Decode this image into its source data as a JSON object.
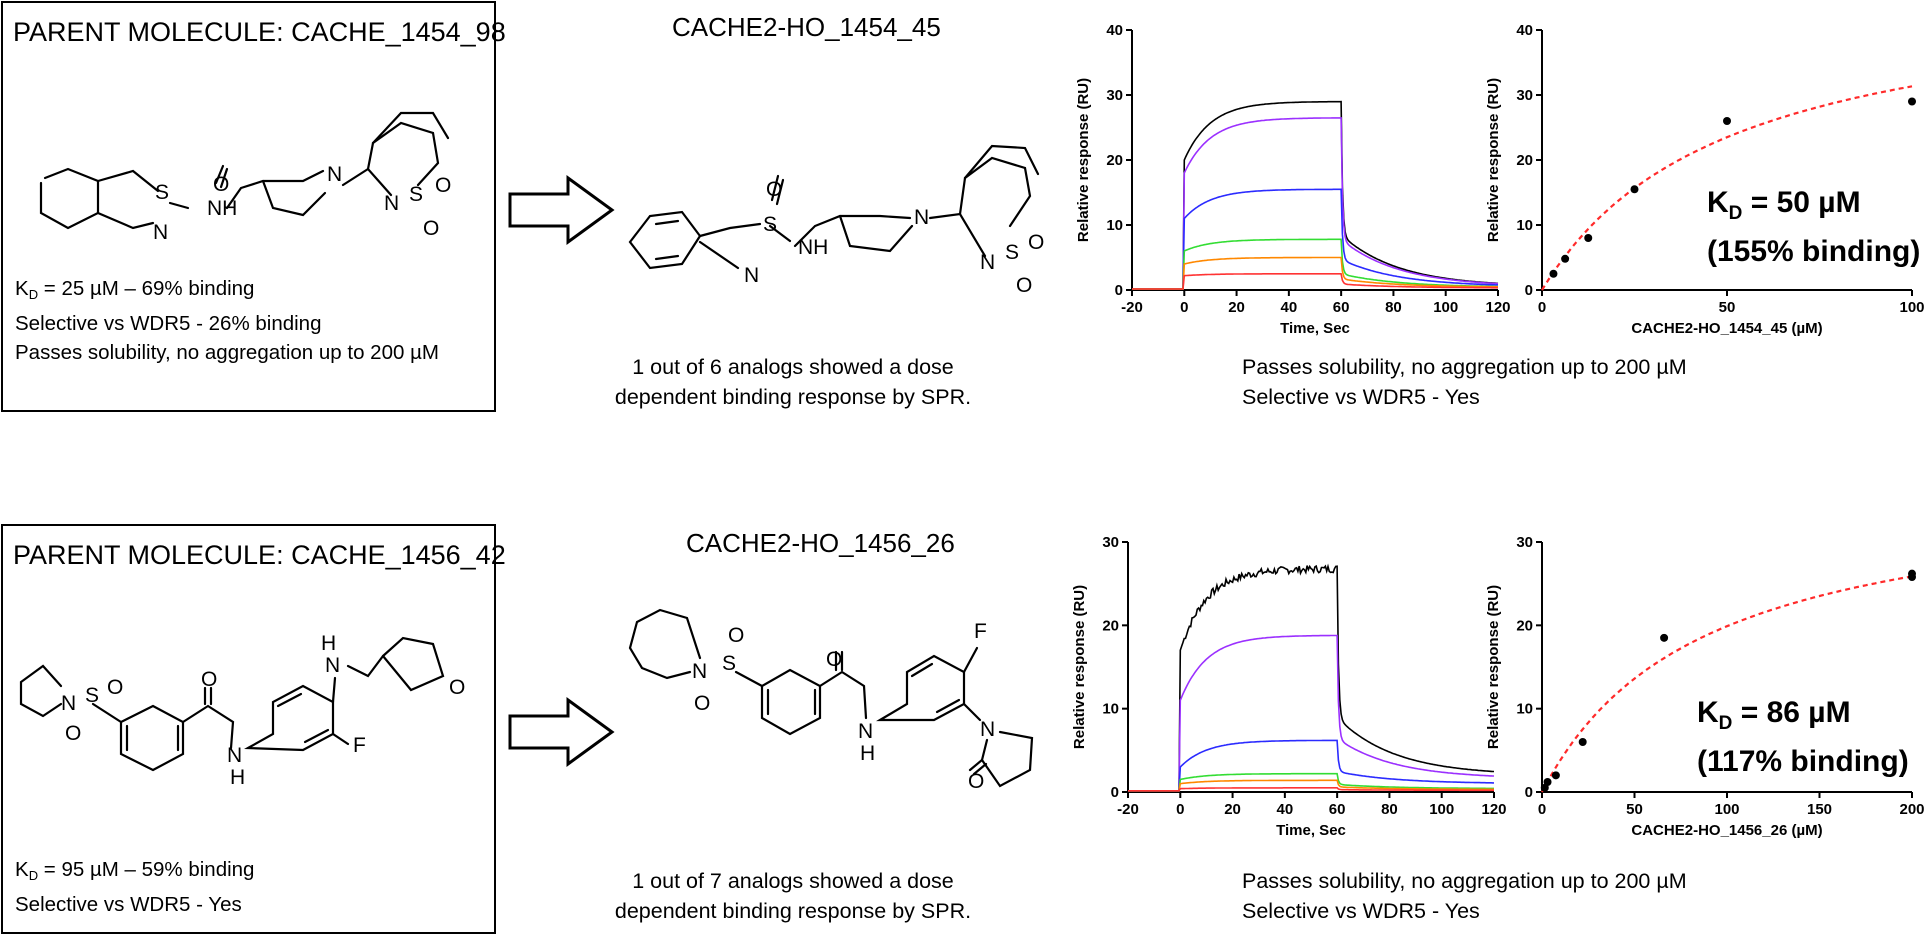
{
  "rows": [
    {
      "parent": {
        "title": "PARENT MOLECULE: CACHE_1454_98",
        "kd_symbol": "K",
        "kd_sub": "D",
        "kd_line": " = 25 µM – 69% binding",
        "selective": "Selective vs WDR5 - 26% binding",
        "solubility": "Passes solubility, no aggregation up to 200 µM"
      },
      "analog": {
        "name": "CACHE2-HO_1454_45",
        "note_line1": "1 out of 6 analogs showed a dose",
        "note_line2": "dependent binding response by SPR."
      },
      "result": {
        "solubility": "Passes solubility, no aggregation up to 200 µM",
        "selective": "Selective vs WDR5 - Yes"
      },
      "kd_label": {
        "symbol": "K",
        "sub": "D",
        "value": " = 50 µM",
        "binding": "(155% binding)"
      }
    },
    {
      "parent": {
        "title": "PARENT MOLECULE: CACHE_1456_42",
        "kd_symbol": "K",
        "kd_sub": "D",
        "kd_line": " = 95 µM – 59% binding",
        "selective": "Selective vs WDR5 -  Yes"
      },
      "analog": {
        "name": "CACHE2-HO_1456_26",
        "note_line1": "1 out of 7 analogs showed a dose",
        "note_line2": "dependent binding response by SPR."
      },
      "result": {
        "solubility": "Passes solubility, no aggregation up to 200 µM",
        "selective": "Selective vs WDR5 - Yes"
      },
      "kd_label": {
        "symbol": "K",
        "sub": "D",
        "value": " = 86 µM",
        "binding": "(117% binding)"
      }
    }
  ],
  "chart_data": [
    {
      "id": "sensorgram-1",
      "type": "line",
      "xlabel": "Time, Sec",
      "ylabel": "Relative response (RU)",
      "xlim": [
        -20,
        120
      ],
      "ylim": [
        0,
        40
      ],
      "xticks": [
        -20,
        0,
        20,
        40,
        60,
        80,
        100,
        120
      ],
      "yticks": [
        0,
        10,
        20,
        30,
        40
      ],
      "association_start": 0,
      "dissociation_start": 60,
      "series": [
        {
          "color": "#000000",
          "plateau": 29,
          "jump": 20,
          "end": 0.5
        },
        {
          "color": "#9b30ff",
          "plateau": 26.5,
          "jump": 18,
          "end": 0.5
        },
        {
          "color": "#2b2bff",
          "plateau": 15.5,
          "jump": 11,
          "end": 0.5
        },
        {
          "color": "#33dd33",
          "plateau": 7.8,
          "jump": 6,
          "end": 0.4
        },
        {
          "color": "#ff8800",
          "plateau": 5,
          "jump": 4,
          "end": 0.4
        },
        {
          "color": "#ff3333",
          "plateau": 2.5,
          "jump": 2.2,
          "end": 0.3
        }
      ]
    },
    {
      "id": "binding-1",
      "type": "scatter",
      "xlabel": "CACHE2-HO_1454_45 (µM)",
      "ylabel": "Relative response (RU)",
      "xlim": [
        0,
        100
      ],
      "ylim": [
        0,
        40
      ],
      "xticks": [
        0,
        50,
        100
      ],
      "yticks": [
        0,
        10,
        20,
        30,
        40
      ],
      "x": [
        3.1,
        6.25,
        12.5,
        25,
        50,
        100
      ],
      "y": [
        2.5,
        4.8,
        8,
        15.5,
        26,
        29
      ],
      "fit": {
        "kd": 50,
        "color": "#ff2a2a",
        "rmax": 47
      }
    },
    {
      "id": "sensorgram-2",
      "type": "line",
      "xlabel": "Time, Sec",
      "ylabel": "Relative response (RU)",
      "xlim": [
        -20,
        120
      ],
      "ylim": [
        0,
        30
      ],
      "xticks": [
        -20,
        0,
        20,
        40,
        60,
        80,
        100,
        120
      ],
      "yticks": [
        0,
        10,
        20,
        30
      ],
      "association_start": 0,
      "dissociation_start": 60,
      "series": [
        {
          "color": "#000000",
          "plateau": 26.8,
          "jump": 17,
          "end": 2.0,
          "noisy": true
        },
        {
          "color": "#9b30ff",
          "plateau": 18.8,
          "jump": 11,
          "end": 1.6
        },
        {
          "color": "#2b2bff",
          "plateau": 6.2,
          "jump": 3,
          "end": 1.0
        },
        {
          "color": "#33dd33",
          "plateau": 2.2,
          "jump": 1.5,
          "end": 0.4
        },
        {
          "color": "#ff8800",
          "plateau": 1.4,
          "jump": 1.0,
          "end": 0.3
        },
        {
          "color": "#ff3333",
          "plateau": 0.5,
          "jump": 0.4,
          "end": 0.2
        }
      ]
    },
    {
      "id": "binding-2",
      "type": "scatter",
      "xlabel": "CACHE2-HO_1456_26 (µM)",
      "ylabel": "Relative response (RU)",
      "xlim": [
        0,
        200
      ],
      "ylim": [
        0,
        30
      ],
      "xticks": [
        0,
        50,
        100,
        150,
        200
      ],
      "yticks": [
        0,
        10,
        20,
        30
      ],
      "x": [
        1.5,
        3,
        7.5,
        22,
        66,
        200,
        200
      ],
      "y": [
        0.5,
        1.2,
        2,
        6,
        18.5,
        26.2,
        25.8
      ],
      "fit": {
        "kd": 86,
        "color": "#ff2a2a",
        "rmax": 37
      }
    }
  ]
}
